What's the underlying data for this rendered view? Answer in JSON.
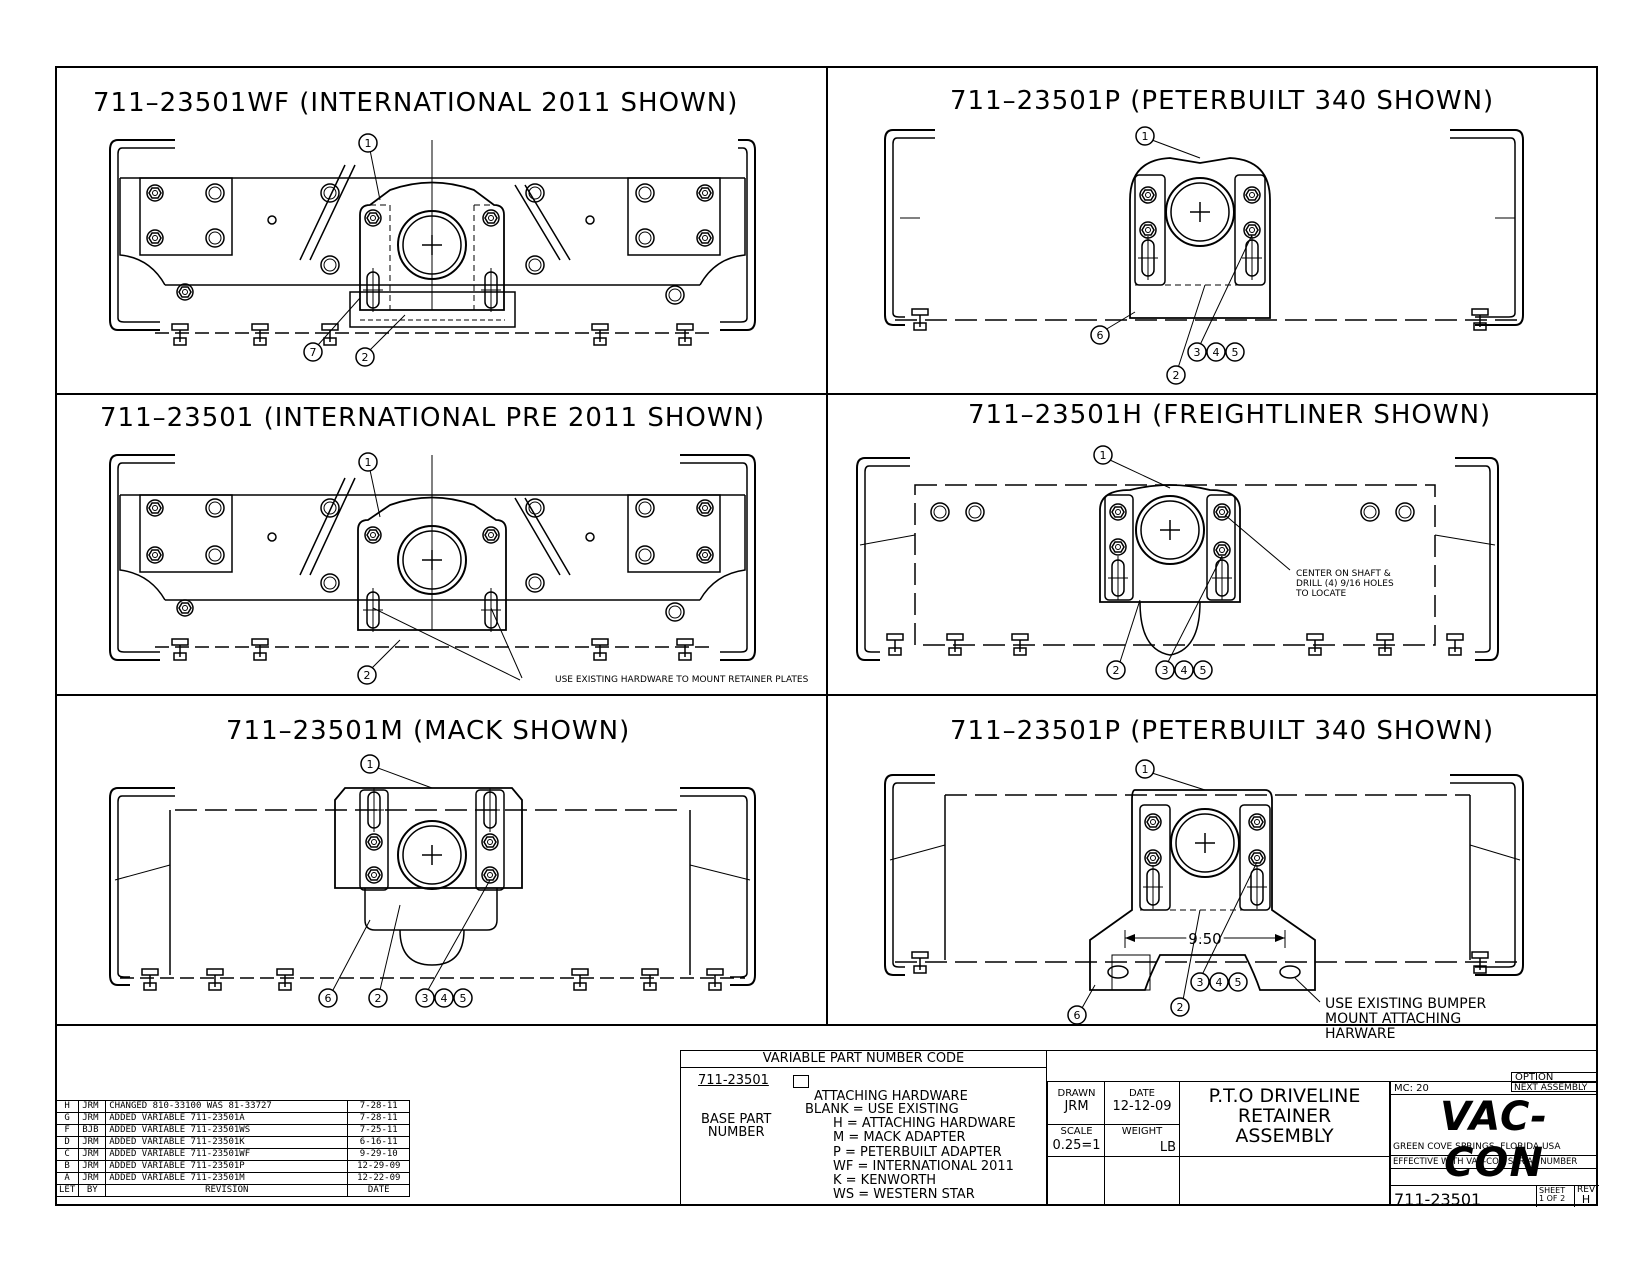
{
  "panels": {
    "p1": {
      "title": "711–23501WF   (INTERNATIONAL 2011 SHOWN)"
    },
    "p2": {
      "title": "711–23501P   (PETERBUILT 340 SHOWN)"
    },
    "p3": {
      "title": "711–23501  (INTERNATIONAL PRE 2011 SHOWN)"
    },
    "p4": {
      "title": "711–23501H  (FREIGHTLINER SHOWN)"
    },
    "p5": {
      "title": "711–23501M   (MACK SHOWN)"
    },
    "p6": {
      "title": "711–23501P   (PETERBUILT 340 SHOWN)"
    }
  },
  "callouts": {
    "c1": "1",
    "c2": "2",
    "c3": "3",
    "c4": "4",
    "c5": "5",
    "c6": "6",
    "c7": "7"
  },
  "notes": {
    "existing_hardware": "USE EXISTING HARDWARE TO MOUNT RETAINER PLATES",
    "center_shaft_1": "CENTER ON SHAFT &",
    "center_shaft_2": "DRILL (4) 9/16 HOLES",
    "center_shaft_3": "TO LOCATE",
    "dimension": "9.50",
    "bumper_1": "USE EXISTING BUMPER",
    "bumper_2": "MOUNT ATTACHING",
    "bumper_3": "HARWARE"
  },
  "revisions": {
    "rows": [
      {
        "let": "H",
        "by": "JRM",
        "desc": "CHANGED 810-33100 WAS 81-33727",
        "date": "7-28-11"
      },
      {
        "let": "G",
        "by": "JRM",
        "desc": "ADDED VARIABLE 711-23501A",
        "date": "7-28-11"
      },
      {
        "let": "F",
        "by": "BJB",
        "desc": "ADDED VARIABLE 711-23501WS",
        "date": "7-25-11"
      },
      {
        "let": "D",
        "by": "JRM",
        "desc": "ADDED VARIABLE 711-23501K",
        "date": "6-16-11"
      },
      {
        "let": "C",
        "by": "JRM",
        "desc": "ADDED VARIABLE 711-23501WF",
        "date": "9-29-10"
      },
      {
        "let": "B",
        "by": "JRM",
        "desc": "ADDED VARIABLE 711-23501P",
        "date": "12-29-09"
      },
      {
        "let": "A",
        "by": "JRM",
        "desc": "ADDED VARIABLE 711-23501M",
        "date": "12-22-09"
      }
    ],
    "headers": {
      "let": "LET",
      "by": "BY",
      "desc": "REVISION",
      "date": "DATE"
    }
  },
  "variable_code": {
    "header": "VARIABLE PART NUMBER CODE",
    "base": "711-23501",
    "base_label_1": "BASE PART",
    "base_label_2": "NUMBER",
    "attaching": "ATTACHING HARDWARE",
    "lines": [
      "BLANK = USE EXISTING",
      "H = ATTACHING HARDWARE",
      "M = MACK ADAPTER",
      "P = PETERBUILT ADAPTER",
      "WF = INTERNATIONAL 2011",
      "K = KENWORTH",
      "WS = WESTERN STAR"
    ]
  },
  "title_block": {
    "drawn_label": "DRAWN",
    "drawn": "JRM",
    "date_label": "DATE",
    "date": "12-12-09",
    "scale_label": "SCALE",
    "scale": "0.25=1",
    "weight_label": "WEIGHT",
    "weight_unit": "LB",
    "title_1": "P.T.O DRIVELINE",
    "title_2": "RETAINER",
    "title_3": "ASSEMBLY",
    "option": "OPTION",
    "next_assembly": "NEXT ASSEMBLY",
    "mc": "MC: 20",
    "company": "VAC-CON",
    "location": "GREEN COVE SPRINGS, FLORIDA USA",
    "effective": "EFFECTIVE WITH VAC-CON SERIAL NUMBER",
    "part_number": "711-23501",
    "sheet_label": "SHEET",
    "sheet": "1 OF 2",
    "rev_label": "REV",
    "rev": "H"
  }
}
